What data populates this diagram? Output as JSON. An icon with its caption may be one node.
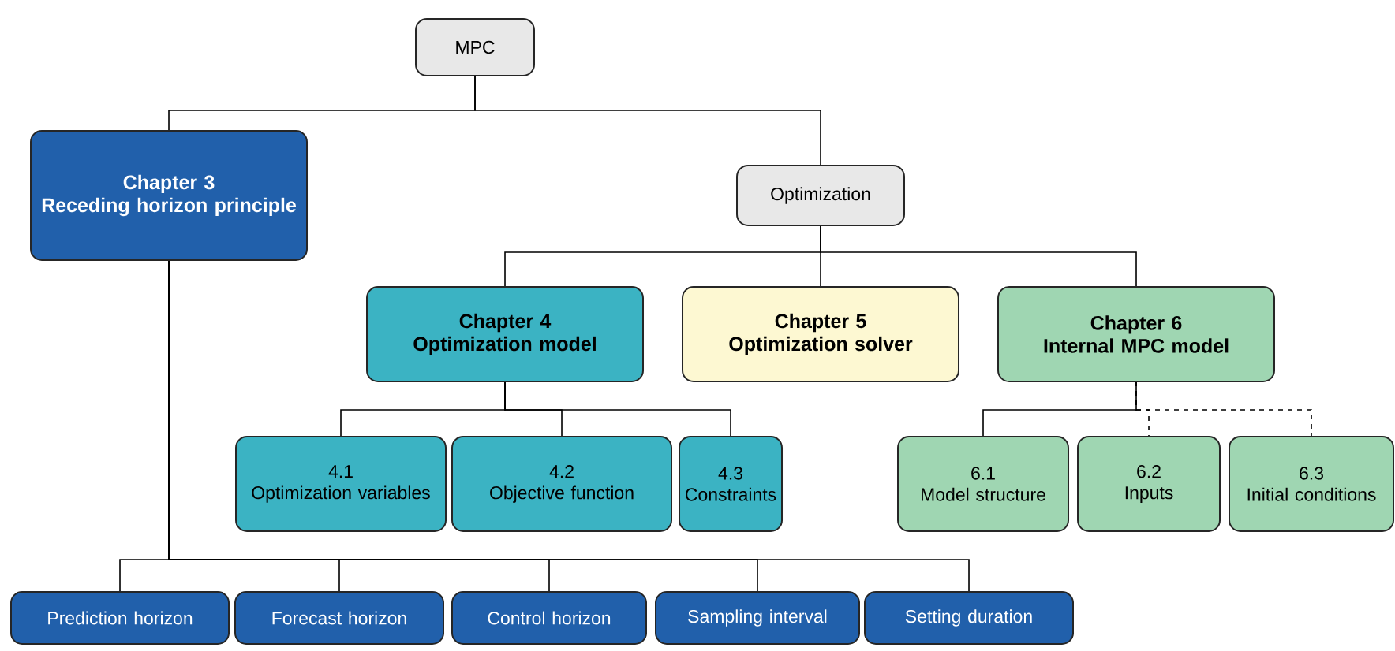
{
  "diagram": {
    "nodes": [
      {
        "text": [
          "MPC"
        ]
      },
      {
        "text": [
          "Chapter 3",
          "Receding horizon principle"
        ]
      },
      {
        "text": [
          "Optimization"
        ]
      },
      {
        "text": [
          "Chapter 4",
          "Optimization model"
        ]
      },
      {
        "text": [
          "Chapter 5",
          "Optimization solver"
        ]
      },
      {
        "text": [
          "Chapter 6",
          "Internal MPC model"
        ]
      },
      {
        "text": [
          "4.1",
          "Optimization variables"
        ]
      },
      {
        "text": [
          "4.2",
          "Objective function"
        ]
      },
      {
        "text": [
          "4.3",
          "Constraints"
        ]
      },
      {
        "text": [
          "6.1",
          "Model structure"
        ]
      },
      {
        "text": [
          "6.2",
          "Inputs"
        ]
      },
      {
        "text": [
          "6.3",
          "Initial conditions"
        ]
      },
      {
        "text": [
          "Prediction horizon"
        ]
      },
      {
        "text": [
          "Forecast horizon"
        ]
      },
      {
        "text": [
          "Control horizon"
        ]
      },
      {
        "text": [
          "Sampling interval"
        ]
      },
      {
        "text": [
          "Setting duration"
        ]
      }
    ],
    "edges": [
      {
        "from": 0,
        "to": 1,
        "arrow": "none"
      },
      {
        "from": 0,
        "to": 2,
        "arrow": "none"
      },
      {
        "from": 2,
        "to": 3,
        "arrow": "none"
      },
      {
        "from": 2,
        "to": 4,
        "arrow": "none"
      },
      {
        "from": 2,
        "to": 5,
        "arrow": "none"
      },
      {
        "from": 3,
        "to": 6,
        "arrow": "none"
      },
      {
        "from": 3,
        "to": 7,
        "arrow": "none"
      },
      {
        "from": 3,
        "to": 8,
        "arrow": "none"
      },
      {
        "from": 5,
        "to": 9,
        "arrow": "none"
      },
      {
        "from": 5,
        "to": 10,
        "arrow": "none",
        "style": "dashed"
      },
      {
        "from": 5,
        "to": 11,
        "arrow": "none",
        "style": "dashed"
      },
      {
        "from": 1,
        "to": 12,
        "arrow": "none"
      },
      {
        "from": 1,
        "to": 13,
        "arrow": "none"
      },
      {
        "from": 1,
        "to": 14,
        "arrow": "none"
      },
      {
        "from": 1,
        "to": 15,
        "arrow": "none"
      },
      {
        "from": 1,
        "to": 16,
        "arrow": "none"
      }
    ]
  }
}
